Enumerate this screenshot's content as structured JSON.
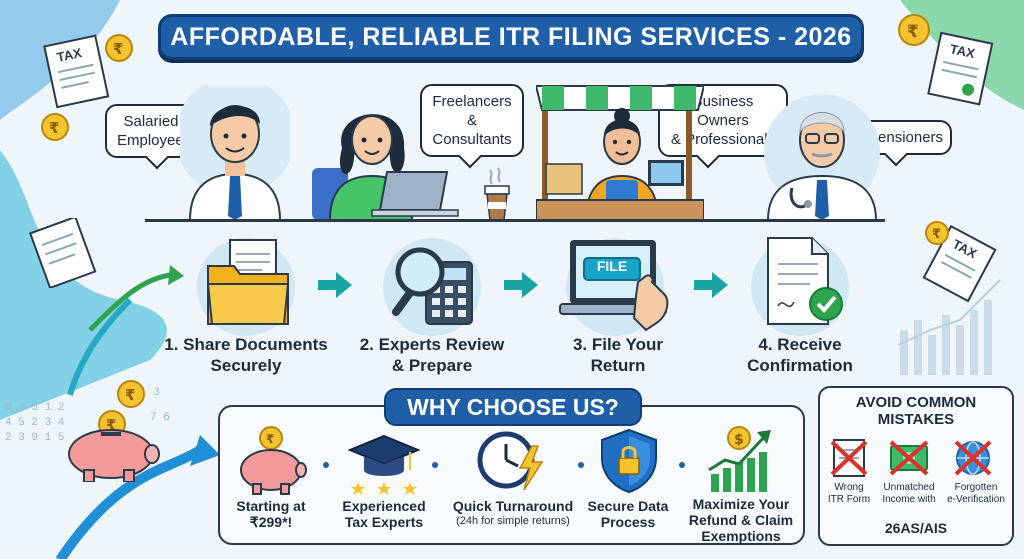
{
  "title": "AFFORDABLE, RELIABLE ITR FILING SERVICES - 2026",
  "audiences": [
    {
      "label": "Salaried\nEmployees"
    },
    {
      "label": "Freelancers &\nConsultants"
    },
    {
      "label": "Business Owners\n& Professionals"
    },
    {
      "label": "Pensioners"
    }
  ],
  "steps": [
    {
      "label": "1. Share Documents\nSecurely",
      "icon": "folder-icon"
    },
    {
      "label": "2. Experts Review\n& Prepare",
      "icon": "magnifier-calculator-icon"
    },
    {
      "label": "3. File Your\nReturn",
      "icon": "laptop-file-icon",
      "button_text": "FILE"
    },
    {
      "label": "4. Receive\nConfirmation",
      "icon": "document-check-icon"
    }
  ],
  "why": {
    "title": "WHY CHOOSE US?",
    "features": [
      {
        "label": "Starting at\n₹299*!",
        "sub": "",
        "icon": "piggy-bank-icon"
      },
      {
        "label": "Experienced\nTax Experts",
        "sub": "",
        "icon": "graduation-cap-icon"
      },
      {
        "label": "Quick Turnaround",
        "sub": "(24h for simple returns)",
        "icon": "clock-lightning-icon"
      },
      {
        "label": "Secure Data\nProcess",
        "sub": "",
        "icon": "shield-lock-icon"
      },
      {
        "label": "Maximize Your\nRefund & Claim\nExemptions",
        "sub": "",
        "icon": "growth-chart-icon"
      }
    ]
  },
  "avoid": {
    "title": "AVOID COMMON\nMISTAKES",
    "items": [
      {
        "label": "Wrong\nITR Form",
        "icon": "wrong-form-icon"
      },
      {
        "label": "Unmatched\nIncome with",
        "icon": "unmatched-money-icon"
      },
      {
        "label": "Forgotten\ne-Verification",
        "icon": "globe-cross-icon"
      }
    ],
    "footer": "26AS/AIS"
  },
  "decor": {
    "tax_tag": "TAX",
    "rupee": "₹",
    "accent": "#1f5fa8",
    "green": "#2ea44f",
    "teal": "#1aa3a3"
  }
}
